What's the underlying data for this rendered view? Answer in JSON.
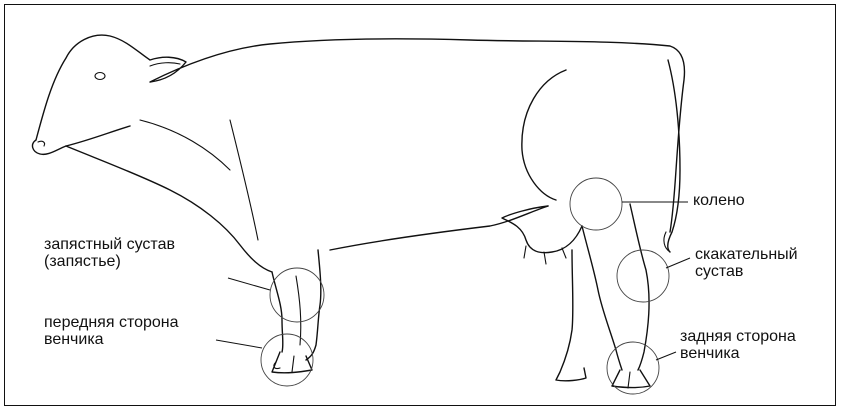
{
  "labels": {
    "knee": "колено",
    "carpal_joint_line1": "запястный сустав",
    "carpal_joint_line2": "(запястье)",
    "front_coronet_line1": "передняя сторона",
    "front_coronet_line2": "венчика",
    "hock_line1": "скакательный",
    "hock_line2": "сустав",
    "rear_coronet_line1": "задняя сторона",
    "rear_coronet_line2": "венчика"
  }
}
